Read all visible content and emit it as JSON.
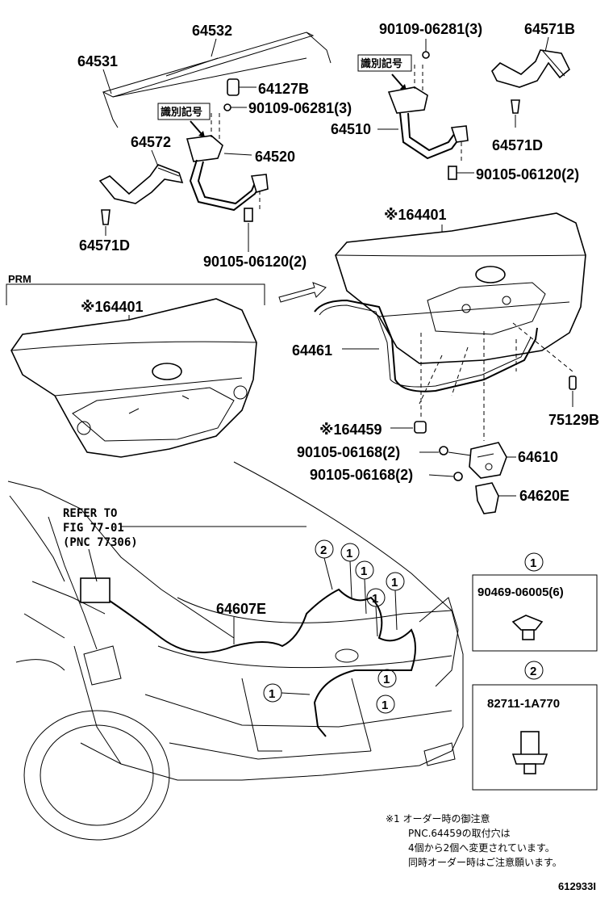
{
  "labels": {
    "p64532": "64532",
    "p64531": "64531",
    "p64127B": "64127B",
    "p90109_a": "90109-06281(3)",
    "p90109_b": "90109-06281(3)",
    "p64572": "64572",
    "p64520": "64520",
    "p64571D_a": "64571D",
    "p64571D_b": "64571D",
    "p64571B": "64571B",
    "p64510": "64510",
    "p90105_06120_a": "90105-06120(2)",
    "p90105_06120_b": "90105-06120(2)",
    "p64401_a": "※164401",
    "p64401_b": "※164401",
    "p64461": "64461",
    "p75129B": "75129B",
    "p64459": "※164459",
    "p90105_06168_a": "90105-06168(2)",
    "p90105_06168_b": "90105-06168(2)",
    "p64610": "64610",
    "p64620E": "64620E",
    "p64607E": "64607E",
    "prm": "PRM",
    "ident_a": "識別記号",
    "ident_b": "識別記号"
  },
  "refer": {
    "line1": "REFER TO",
    "line2": "FIG 77-01",
    "line3": "(PNC 77306)"
  },
  "callouts": {
    "c1": "1",
    "c2": "2"
  },
  "legend": {
    "box1_num": "1",
    "box1_part": "90469-06005(6)",
    "box2_num": "2",
    "box2_part": "82711-1A770"
  },
  "notes": {
    "line1": "※1 オーダー時の御注意",
    "line2": "PNC.64459の取付穴は",
    "line3": "4個から2個へ変更されています。",
    "line4": "同時オーダー時はご注意願います。"
  },
  "figure_id": "612933I"
}
